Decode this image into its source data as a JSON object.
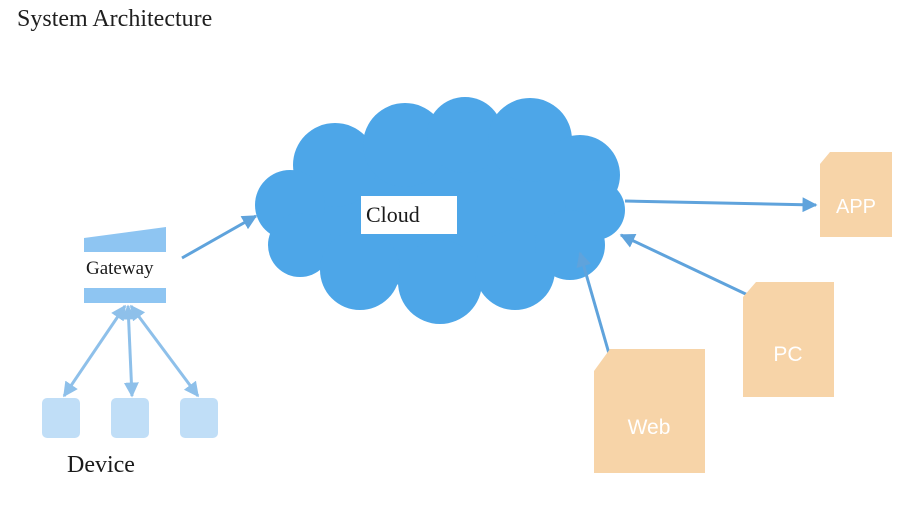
{
  "title": "System Architecture",
  "colors": {
    "cloud": "#4da6e8",
    "connector": "#5fa3dc",
    "device_connector": "#8ec0ea",
    "gateway_band": "#8ec5f2",
    "device": "#c0def7",
    "client": "#f7d4a8",
    "client_text": "#ffffff"
  },
  "nodes": {
    "cloud": {
      "label": "Cloud"
    },
    "gateway": {
      "label": "Gateway"
    },
    "devices": {
      "label": "Device",
      "count": 3
    },
    "app": {
      "label": "APP"
    },
    "pc": {
      "label": "PC"
    },
    "web": {
      "label": "Web"
    }
  },
  "edges": [
    {
      "from": "gateway",
      "to": "cloud"
    },
    {
      "from": "cloud",
      "to": "app"
    },
    {
      "from": "pc",
      "to": "cloud"
    },
    {
      "from": "web",
      "to": "cloud"
    },
    {
      "from": "gateway",
      "to": "device-1",
      "bidirectional": true
    },
    {
      "from": "gateway",
      "to": "device-2",
      "bidirectional": true
    },
    {
      "from": "gateway",
      "to": "device-3",
      "bidirectional": true
    }
  ]
}
